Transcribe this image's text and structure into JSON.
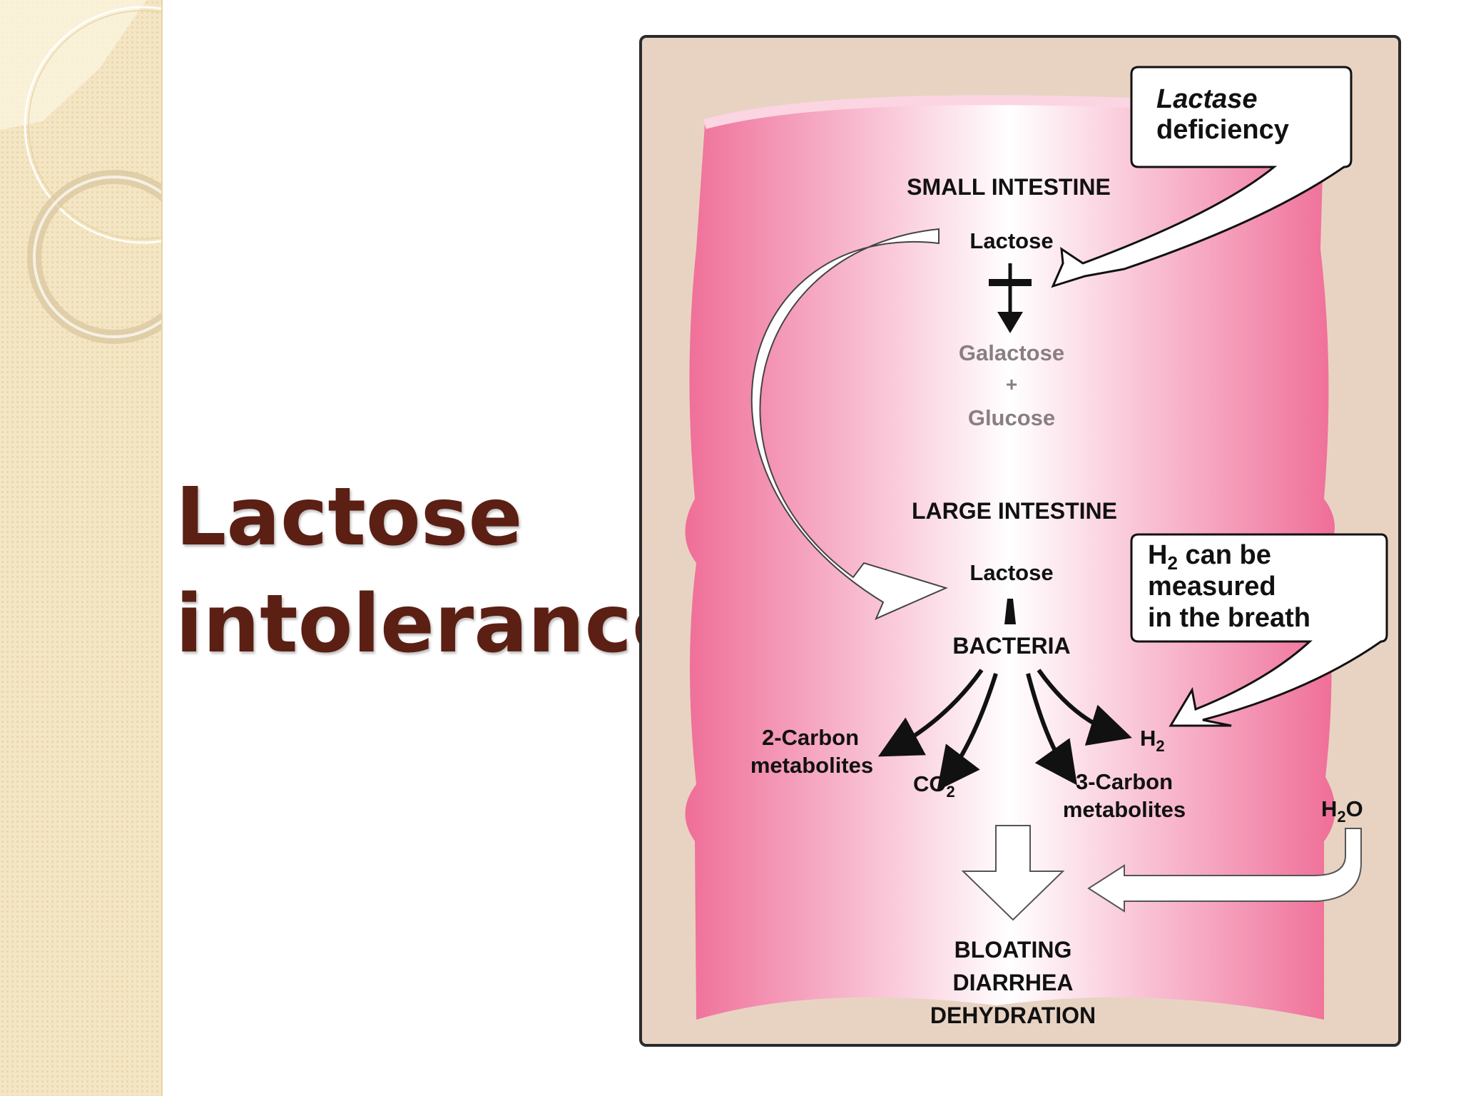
{
  "slide": {
    "title_line1": "Lactose",
    "title_line2": "intolerance"
  },
  "diagram": {
    "callout_lactase_line1": "Lactase",
    "callout_lactase_line2": "deficiency",
    "small_intestine": "SMALL INTESTINE",
    "lactose_top": "Lactose",
    "galactose": "Galactose",
    "plus": "+",
    "glucose": "Glucose",
    "large_intestine": "LARGE INTESTINE",
    "lactose_bottom": "Lactose",
    "bacteria": "BACTERIA",
    "h2_callout_line1": "H",
    "h2_callout_sub": "2",
    "h2_callout_line1_rest": " can be",
    "h2_callout_line2": "measured",
    "h2_callout_line3": "in the breath",
    "two_carbon_line1": "2-Carbon",
    "two_carbon_line2": "metabolites",
    "co2_main": "CO",
    "co2_sub": "2",
    "three_carbon_line1": "3-Carbon",
    "three_carbon_line2": "metabolites",
    "h2_main": "H",
    "h2_sub": "2",
    "h2o_main": "H",
    "h2o_sub": "2",
    "h2o_end": "O",
    "symptom_1": "BLOATING",
    "symptom_2": "DIARRHEA",
    "symptom_3": "DEHYDRATION"
  },
  "colors": {
    "title": "#5b1f14",
    "frame_bg": "#e8d3c3",
    "intestine_pink": "#f07aa1",
    "sidebar": "#f4e6c4"
  }
}
